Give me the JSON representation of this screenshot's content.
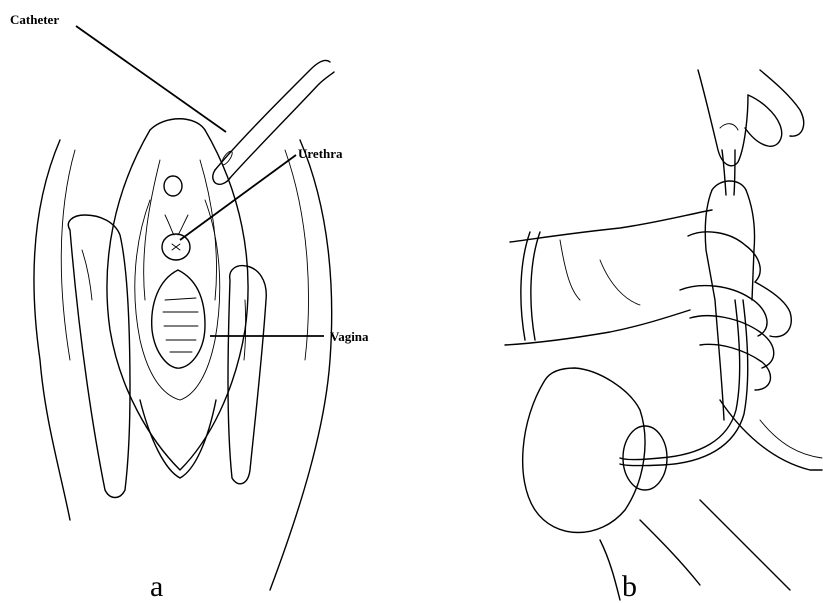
{
  "labels": {
    "catheter": "Catheter",
    "urethra": "Urethra",
    "vagina": "Vagina"
  },
  "panels": {
    "a": "a",
    "b": "b"
  }
}
